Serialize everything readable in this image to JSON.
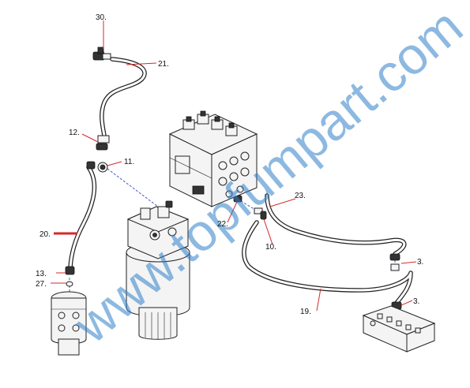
{
  "labels": {
    "l30": "30.",
    "l21": "21.",
    "l12": "12.",
    "l11": "11.",
    "l20": "20.",
    "l13": "13.",
    "l27": "27.",
    "l22": "22.",
    "l23": "23.",
    "l10": "10.",
    "l3a": "3.",
    "l3b": "3.",
    "l19": "19."
  },
  "watermark": "www.topfumpart.com",
  "colors": {
    "leader_red": "#d42a2a",
    "watermark_blue": "#2f7fc8",
    "dashed_blue": "#4b57c9"
  }
}
